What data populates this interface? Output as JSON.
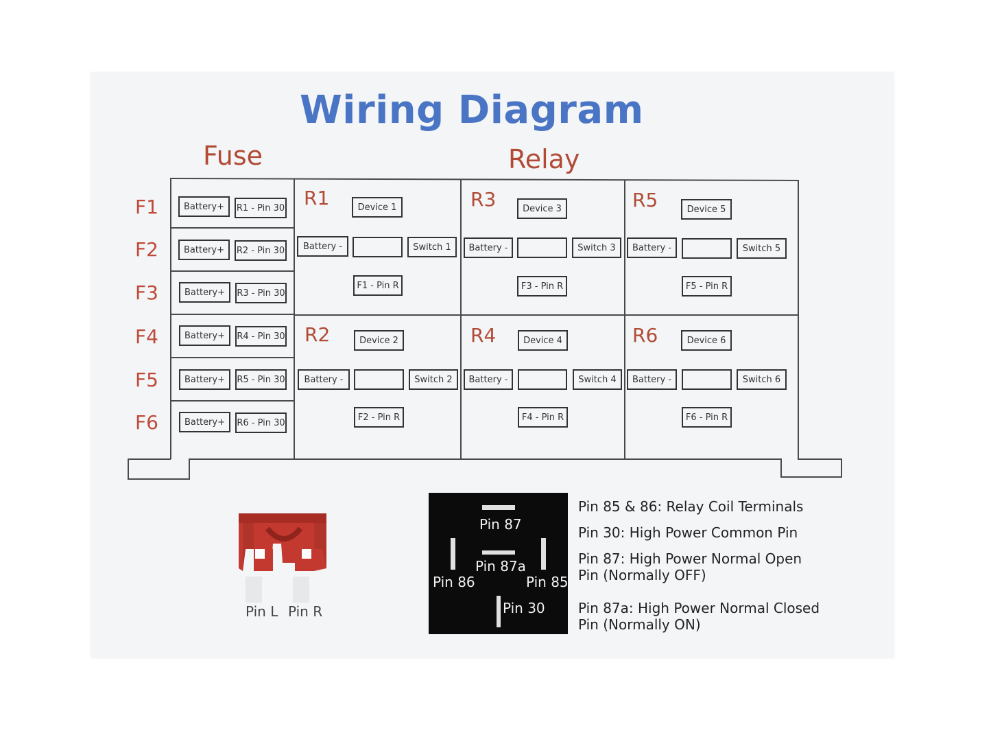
{
  "title": "Wiring Diagram",
  "sections": {
    "fuse": "Fuse",
    "relay": "Relay"
  },
  "fuses": [
    {
      "label": "F1",
      "cells": [
        "Battery+",
        "R1 - Pin 30"
      ]
    },
    {
      "label": "F2",
      "cells": [
        "Battery+",
        "R2 - Pin 30"
      ]
    },
    {
      "label": "F3",
      "cells": [
        "Battery+",
        "R3 - Pin 30"
      ]
    },
    {
      "label": "F4",
      "cells": [
        "Battery+",
        "R4 - Pin 30"
      ]
    },
    {
      "label": "F5",
      "cells": [
        "Battery+",
        "R5 - Pin 30"
      ]
    },
    {
      "label": "F6",
      "cells": [
        "Battery+",
        "R6 - Pin 30"
      ]
    }
  ],
  "relays": [
    {
      "label": "R1",
      "device": "Device 1",
      "battery": "Battery -",
      "middle": "",
      "switch": "Switch 1",
      "fuse_pin": "F1 - Pin R"
    },
    {
      "label": "R3",
      "device": "Device 3",
      "battery": "Battery -",
      "middle": "",
      "switch": "Switch 3",
      "fuse_pin": "F3 - Pin R"
    },
    {
      "label": "R5",
      "device": "Device 5",
      "battery": "Battery -",
      "middle": "",
      "switch": "Switch 5",
      "fuse_pin": "F5 - Pin R"
    },
    {
      "label": "R2",
      "device": "Device 2",
      "battery": "Battery -",
      "middle": "",
      "switch": "Switch 2",
      "fuse_pin": "F2 - Pin R"
    },
    {
      "label": "R4",
      "device": "Device 4",
      "battery": "Battery -",
      "middle": "",
      "switch": "Switch 4",
      "fuse_pin": "F4 - Pin R"
    },
    {
      "label": "R6",
      "device": "Device 6",
      "battery": "Battery -",
      "middle": "",
      "switch": "Switch 6",
      "fuse_pin": "F6 - Pin R"
    }
  ],
  "fuse_pins": {
    "left": "Pin L",
    "right": "Pin R"
  },
  "relay_pins": {
    "p87": "Pin 87",
    "p87a": "Pin 87a",
    "p86": "Pin 86",
    "p85": "Pin 85",
    "p30": "Pin 30"
  },
  "legend": [
    {
      "line1": "Pin 85 & 86: Relay Coil Terminals",
      "line2": ""
    },
    {
      "line1": "Pin 30: High Power Common Pin",
      "line2": ""
    },
    {
      "line1": "Pin 87: High Power Normal Open",
      "line2": "Pin (Normally OFF)"
    },
    {
      "line1": "Pin 87a: High Power Normal Closed",
      "line2": "Pin (Normally ON)"
    }
  ],
  "colors": {
    "title": "#4a74c4",
    "section": "#b24a36",
    "fuse_label": "#c04a3a",
    "fuse_red": "#c4392f",
    "relay_bg": "#0b0b0b"
  },
  "icons": {
    "fuse": "blade-fuse-icon",
    "relay": "relay-pin-diagram-icon"
  }
}
